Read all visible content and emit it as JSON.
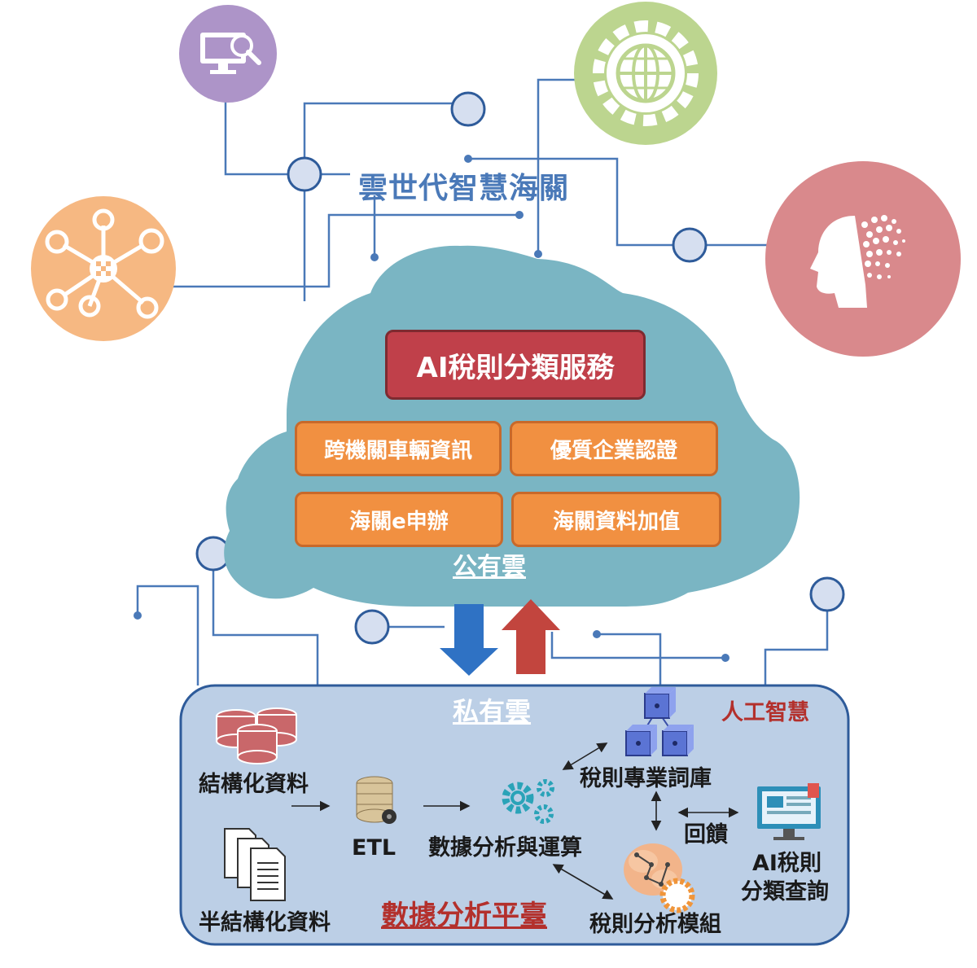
{
  "diagram": {
    "top_title": "雲世代智慧海關",
    "public_cloud": {
      "label": "公有雲",
      "main_service": "AI稅則分類服務",
      "services": [
        "跨機關車輛資訊",
        "優質企業認證",
        "海關e申辦",
        "海關資料加值"
      ]
    },
    "private_cloud": {
      "label": "私有雲",
      "ai_tag": "人工智慧",
      "platform_label": "數據分析平臺",
      "nodes": {
        "structured": "結構化資料",
        "semi_structured": "半結構化資料",
        "etl": "ETL",
        "analysis": "數據分析與運算",
        "vocabulary": "稅則專業詞庫",
        "module": "稅則分析模組",
        "feedback": "回饋",
        "query_line1": "AI稅則",
        "query_line2": "分類查詢"
      }
    },
    "icons": [
      "monitor-search-icon",
      "globe-gear-icon",
      "network-hub-icon",
      "ai-head-icon",
      "database-icon",
      "documents-icon",
      "gears-icon",
      "cubes-icon",
      "brain-icon",
      "computer-screen-icon"
    ],
    "colors": {
      "cloud": "#7ab5c3",
      "private_panel": "#bccfe6",
      "connector": "#4a79b8",
      "main_service": "#c0404a",
      "services": "#f19041",
      "down_arrow": "#2f72c4",
      "up_arrow": "#c2453e",
      "purple_circle": "#ad94c8",
      "green_circle": "#bcd58f",
      "orange_circle": "#f6b882",
      "pink_circle": "#d9898c"
    }
  }
}
